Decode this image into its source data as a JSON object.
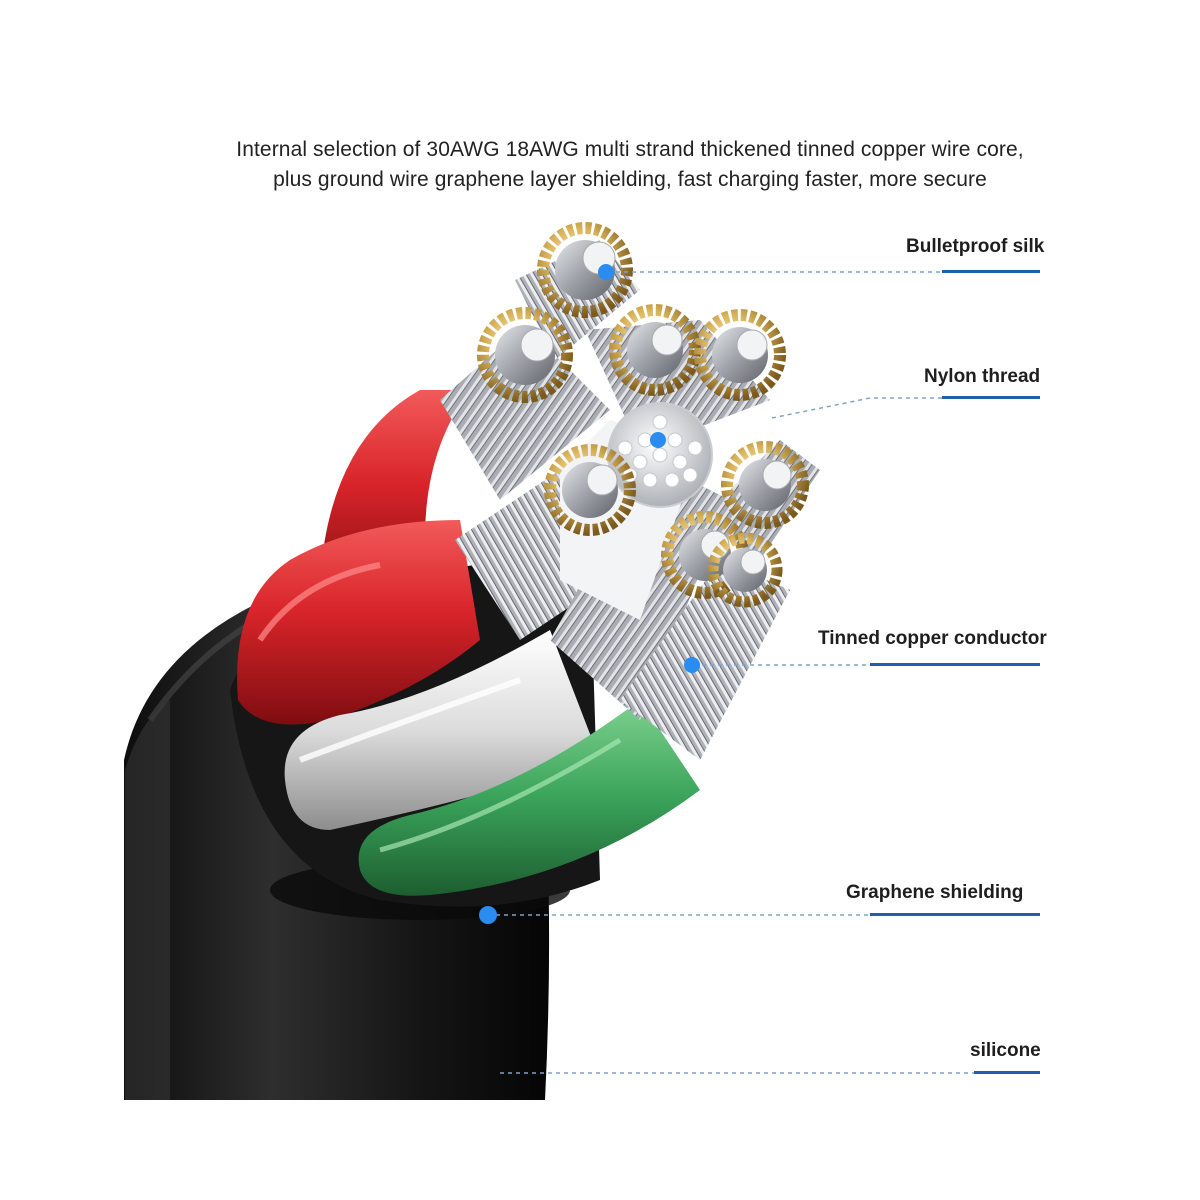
{
  "headline": {
    "line1": "Internal selection of 30AWG 18AWG multi strand thickened tinned copper wire core,",
    "line2": "plus ground wire graphene layer shielding, fast charging faster, more secure"
  },
  "callouts": [
    {
      "id": "bulletproof-silk",
      "label": "Bulletproof silk"
    },
    {
      "id": "nylon-thread",
      "label": "Nylon thread"
    },
    {
      "id": "tinned-copper-conductor",
      "label": "Tinned copper conductor"
    },
    {
      "id": "graphene-shielding",
      "label": "Graphene shielding"
    },
    {
      "id": "silicone",
      "label": "silicone"
    }
  ],
  "colors": {
    "accent_bar": "#1f5fb0",
    "leader_line": "#7fa3c8",
    "marker_dot": "#2a8cf0",
    "jacket": "#1a1a1a",
    "red_wire": "#d8242a",
    "white_wire": "#e6e6e6",
    "green_wire": "#3aa35a",
    "copper_strand": "#b9bcc2",
    "gold_shield": "#d6b35c"
  },
  "icons": {
    "marker": "blue-dot-marker",
    "illustration": "cable-cross-section"
  }
}
